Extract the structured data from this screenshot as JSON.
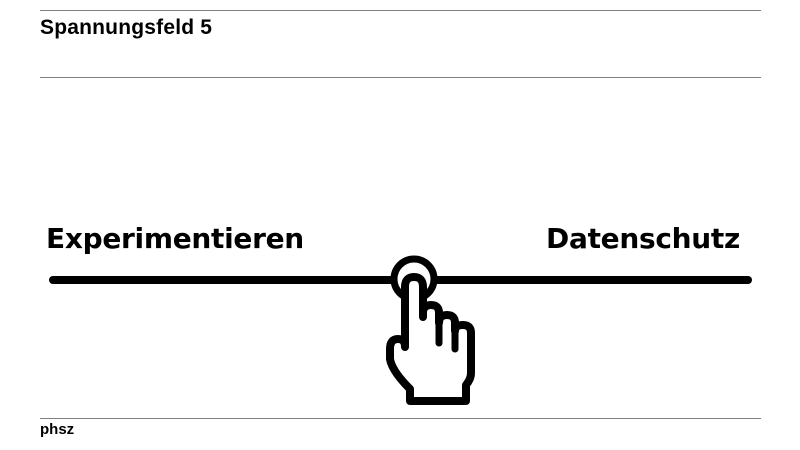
{
  "header": {
    "title": "Spannungsfeld 5"
  },
  "scale": {
    "left_label": "Experimentieren",
    "right_label": "Datenschutz",
    "handle_icon": "pointing-hand-icon",
    "handle_position_percent": 52
  },
  "footer": {
    "logo_text": "phsz"
  },
  "colors": {
    "text": "#000000",
    "rule": "#808080",
    "background": "#ffffff"
  }
}
